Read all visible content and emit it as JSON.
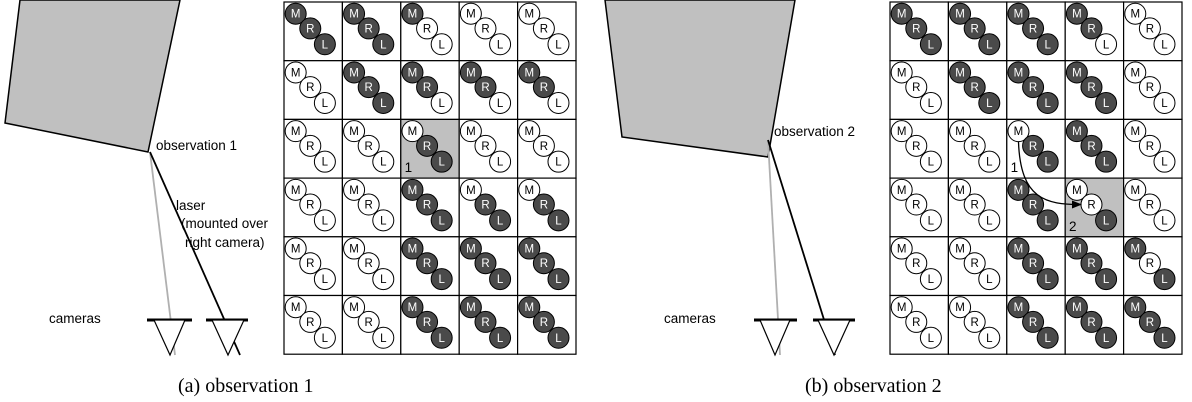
{
  "panels": [
    {
      "id": "a",
      "caption": "(a) observation 1",
      "observation_label": "observation 1",
      "laser_label_lines": [
        "laser",
        "(mounted over",
        "right camera)"
      ],
      "cameras_label": "cameras",
      "grid": [
        [
          "MRL",
          "MRL",
          "M",
          "",
          ""
        ],
        [
          "",
          "MRL",
          "MR",
          "MR",
          "MR"
        ],
        [
          "",
          "",
          "RL",
          "",
          ""
        ],
        [
          "",
          "",
          "MRL",
          "RL",
          "RL"
        ],
        [
          "",
          "",
          "MRL",
          "MRL",
          "MRL"
        ],
        [
          "",
          "",
          "MRL",
          "MRL",
          "MRL"
        ]
      ],
      "highlight_cells": [
        [
          2,
          2
        ]
      ],
      "cell_numbers": [
        {
          "row": 2,
          "col": 2,
          "text": "1"
        }
      ],
      "arrow": null
    },
    {
      "id": "b",
      "caption": "(b) observation 2",
      "observation_label": "observation 2",
      "laser_label_lines": [],
      "cameras_label": "cameras",
      "grid": [
        [
          "MRL",
          "MRL",
          "MRL",
          "MR",
          ""
        ],
        [
          "",
          "MRL",
          "MRL",
          "MRL",
          ""
        ],
        [
          "",
          "",
          "RL",
          "MRL",
          ""
        ],
        [
          "",
          "",
          "MRL",
          "L",
          ""
        ],
        [
          "",
          "",
          "MRL",
          "MRL",
          "ML"
        ],
        [
          "",
          "",
          "MRL",
          "MRL",
          "MRL"
        ]
      ],
      "highlight_cells": [
        [
          3,
          3
        ]
      ],
      "cell_numbers": [
        {
          "row": 2,
          "col": 2,
          "text": "1"
        },
        {
          "row": 3,
          "col": 3,
          "text": "2"
        }
      ],
      "arrow": {
        "from": [
          2,
          2,
          "M"
        ],
        "to": [
          3,
          3,
          "R"
        ]
      }
    }
  ],
  "token_letters": [
    "M",
    "R",
    "L"
  ],
  "colors": {
    "filled": "#4a4a4a",
    "highlight": "#c0c0c0",
    "surface": "#c0c0c0",
    "left_ray": "#b0b0b0",
    "right_ray": "#000000"
  }
}
